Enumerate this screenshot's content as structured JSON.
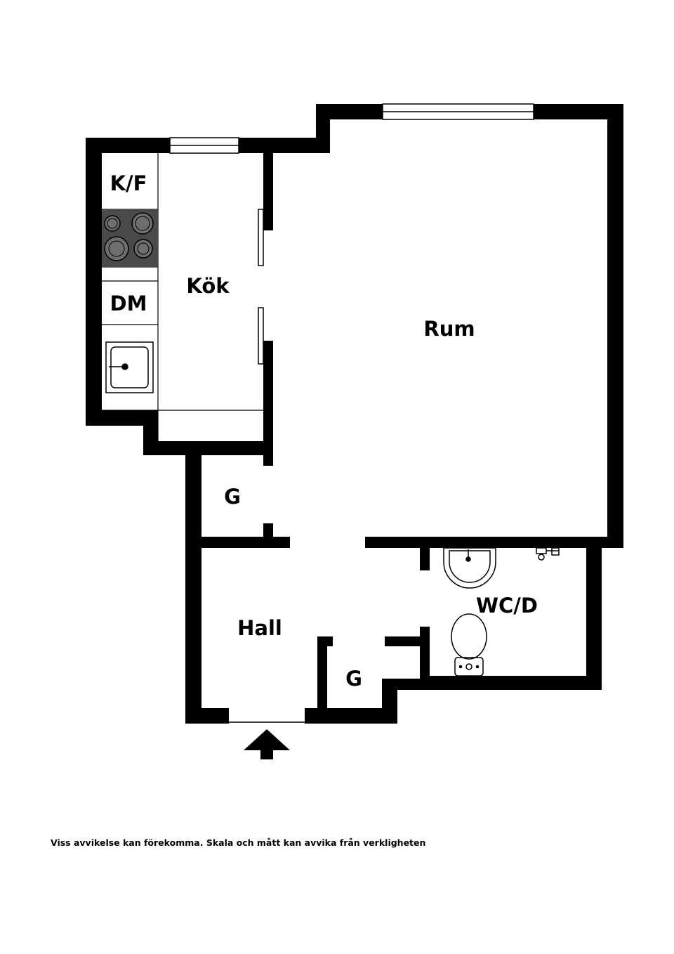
{
  "rooms": {
    "kf": "K/F",
    "dm": "DM",
    "kok": "Kök",
    "rum": "Rum",
    "g_upper": "G",
    "g_lower": "G",
    "hall": "Hall",
    "wcd": "WC/D"
  },
  "disclaimer": "Viss avvikelse kan förekomma. Skala och mått kan avvika från verkligheten",
  "colors": {
    "wall": "#000000",
    "background": "#ffffff",
    "stove": "#4a4a4a"
  },
  "icons": {
    "entrance": "entrance-arrow-icon",
    "stove": "stove-icon",
    "sink": "sink-icon",
    "toilet": "toilet-icon",
    "basin": "washbasin-icon",
    "tap": "tap-icon"
  }
}
